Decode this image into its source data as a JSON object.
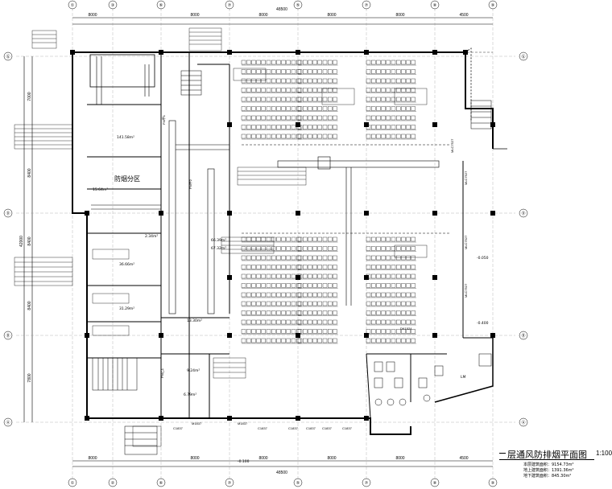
{
  "title": {
    "main": "层通风防排烟平面图",
    "scale": "1:100",
    "areas": [
      "本层建筑面积：9154.73m²",
      "地上建筑面积：1391.36m²",
      "地下建筑面积：845.30m²"
    ]
  },
  "axes": {
    "top_labels": [
      "①",
      "③",
      "⑥",
      "⑦",
      "⑤",
      "⑦",
      "⑧",
      "⑨"
    ],
    "bottom_labels": [
      "①",
      "②",
      "⑥",
      "⑦",
      "⑤",
      "⑦",
      "⑧",
      "⑨"
    ],
    "left_labels": [
      "Ⓖ",
      "Ⓓ",
      "Ⓑ",
      "Ⓐ"
    ],
    "right_labels": [
      "Ⓖ",
      "Ⓓ",
      "Ⓑ",
      "Ⓐ"
    ],
    "top_dims": [
      "8000",
      "8000",
      "8000",
      "8000",
      "8000",
      "4500"
    ],
    "top_total": "48500",
    "bottom_dims": [
      "8000",
      "8000",
      "8000",
      "8000",
      "8000",
      "4500"
    ],
    "bottom_total": "48500",
    "left_dims": [
      "7000",
      "8400",
      "8400",
      "8400",
      "7800"
    ],
    "left_total": "42000"
  },
  "rooms": {
    "smoke_zone": "防烟分区",
    "area_1": "141.58m²",
    "area_2": "2.34m²",
    "area_3": "36.66m²",
    "area_4": "66.39m²",
    "area_5": "67.32m²",
    "area_6": "31.29m²",
    "area_7": "13.30m²",
    "area_8": "9.24m²",
    "area_9": "15.64m²",
    "area_10": "6.79m²",
    "elevation_1": "-0.050",
    "elevation_2": "-0.400",
    "elevation_3": "-0.100",
    "lift": "LM"
  },
  "doors": [
    "FM甲1",
    "FM甲2",
    "FM乙1",
    "M1837",
    "M1837",
    "C1837",
    "C1837",
    "C1837",
    "C1837",
    "C1837",
    "C1837"
  ],
  "columns": [
    "MLC7527",
    "MLC7527",
    "MLC7527",
    "MLC7527",
    "DK1524"
  ]
}
